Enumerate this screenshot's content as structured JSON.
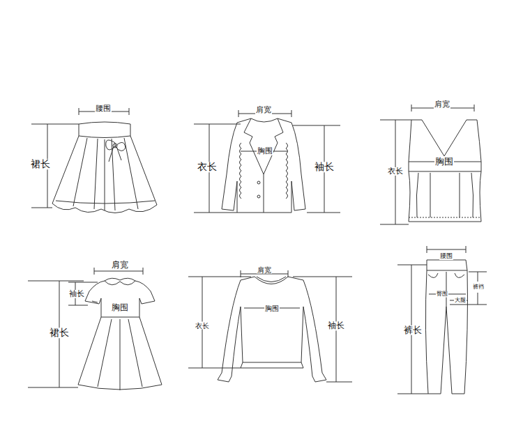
{
  "diagram": {
    "labels": [
      "腰围",
      "裙长",
      "肩宽",
      "胸围",
      "衣长",
      "袖长",
      "肩宽",
      "胸围",
      "衣长",
      "肩宽",
      "袖长",
      "胸围",
      "裙长",
      "肩宽",
      "胸围",
      "衣长",
      "袖长",
      "腰围",
      "裤裆",
      "臀围",
      "大腿",
      "裤长"
    ]
  }
}
